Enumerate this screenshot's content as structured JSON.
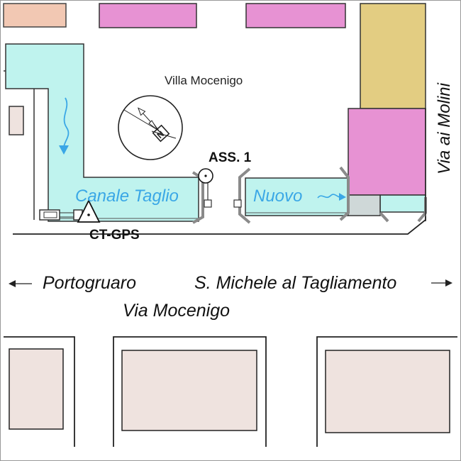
{
  "labels": {
    "villa": "Villa Mocenigo",
    "station": "ASS. 1",
    "gps": "CT-GPS",
    "canal_part1": "Canale Taglio",
    "canal_part2": "Nuovo",
    "road_east": "Via ai Molini",
    "road_main": "Via Mocenigo",
    "dir_west": "Portogruaro",
    "dir_east": "S. Michele al Tagliamento"
  },
  "icons": {
    "compass": "compass-rose-icon",
    "flow": "water-flow-arrow-icon",
    "station_marker": "monitoring-station-icon",
    "gps_marker": "gps-benchmark-triangle-icon"
  },
  "colors": {
    "canal": "#bff3ee",
    "building_magenta": "#e792d3",
    "building_ochre": "#e3cd82",
    "building_salmon": "#f2c8b3",
    "building_grey": "#efe3df",
    "water_arrow": "#3aa7e6",
    "structure_grey": "#8a8a8a"
  }
}
